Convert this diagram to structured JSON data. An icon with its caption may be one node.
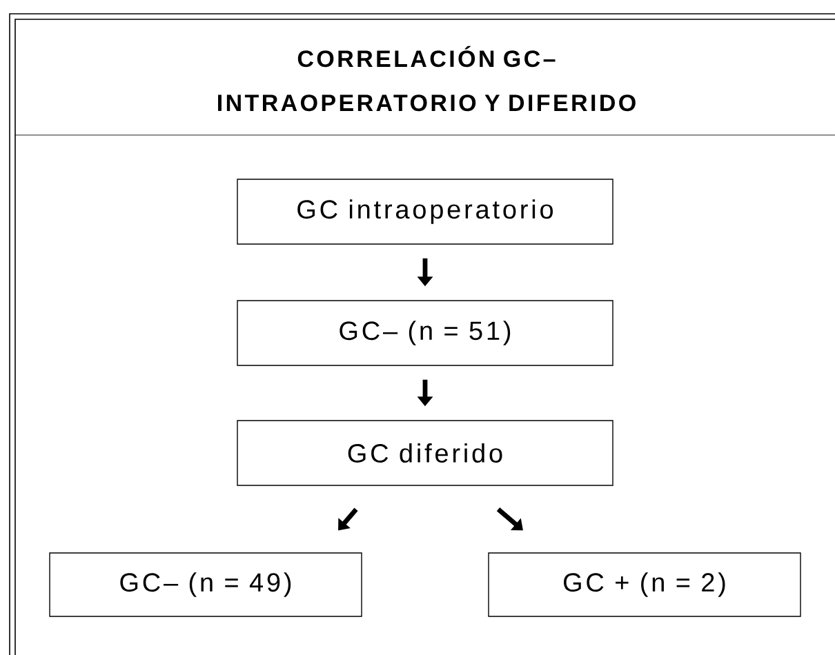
{
  "diagram": {
    "title": "CORRELACIÓN GC– INTRAOPERATORIO Y DIFERIDO",
    "nodes": [
      {
        "text": [
          "GC intraoperatorio"
        ]
      },
      {
        "text": [
          "GC– (n = 51)"
        ]
      },
      {
        "text": [
          "GC diferido"
        ]
      },
      {
        "text": [
          "GC– (n = 49)"
        ]
      },
      {
        "text": [
          "GC + (n = 2)"
        ]
      }
    ],
    "edges": [
      {
        "from": 0,
        "to": 1,
        "arrow": "to"
      },
      {
        "from": 1,
        "to": 2,
        "arrow": "to"
      },
      {
        "from": 2,
        "to": 3,
        "arrow": "to"
      },
      {
        "from": 2,
        "to": 4,
        "arrow": "to"
      }
    ]
  }
}
